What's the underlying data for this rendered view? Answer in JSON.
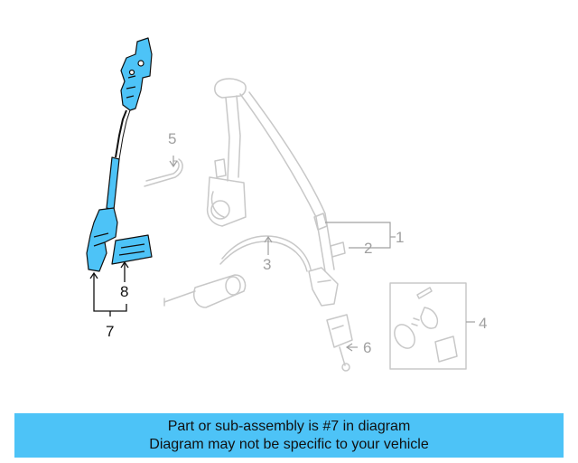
{
  "callouts": {
    "c1": "1",
    "c2": "2",
    "c3": "3",
    "c4": "4",
    "c5": "5",
    "c6": "6",
    "c7": "7",
    "c8": "8"
  },
  "highlighted_part": "7",
  "colors": {
    "highlight": "#4dc3f7",
    "ghost_lines": "#c8c8c8",
    "banner": "#4dc3f7"
  },
  "banner": {
    "line1": "Part or sub-assembly is #7 in diagram",
    "line2": "Diagram may not be specific to your vehicle"
  }
}
